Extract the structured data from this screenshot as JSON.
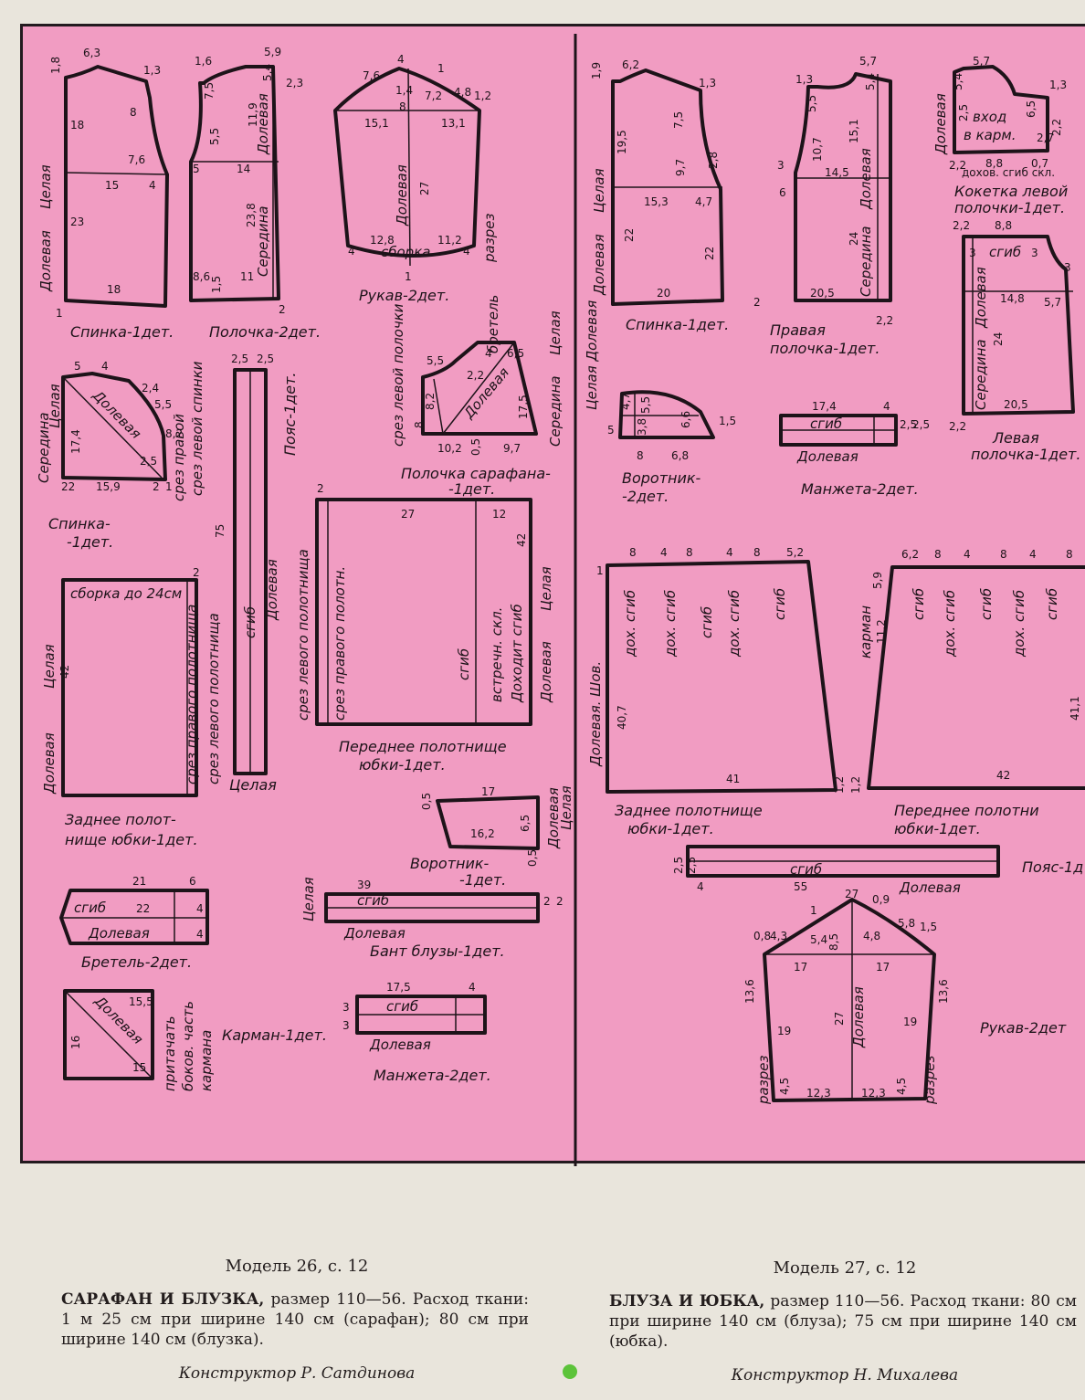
{
  "colors": {
    "sheet": "#f19cc2",
    "ink": "#1d1319",
    "paper": "#e9e5dc",
    "marker": "#5cc33a"
  },
  "left_model": {
    "header": "Модель 26, с. 12",
    "desc_title": "САРАФАН И БЛУЗКА,",
    "desc_body": " размер 110—56. Расход ткани: 1 м 25 см при ширине 140 см (сарафан); 80 см при ширине 140 см (блузка).",
    "designer": "Конструктор Р. Сатдинова",
    "pieces": {
      "back": "Спинка-1дет.",
      "front": "Полочка-2дет.",
      "sleeve": "Рукав-2дет.",
      "sundress_back": "Спинка-",
      "sundress_back2": "-1дет.",
      "belt": "Пояс-1дет.",
      "sundress_front": "Полочка сарафана-",
      "sundress_front2": "-1дет.",
      "back_panel": "Заднее полот-",
      "back_panel2": "нище юбки-1дет.",
      "front_panel": "Переднее полотнище",
      "front_panel2": "юбки-1дет.",
      "collar": "Воротник-",
      "collar2": "-1дет.",
      "strap": "Бретель-2дет.",
      "bow": "Бант блузы-1дет.",
      "pocket": "Карман-1дет.",
      "cuff": "Манжета-2дет."
    },
    "words": {
      "dolevaya": "Долевая",
      "tselaya": "Целая",
      "seredina": "Середина",
      "sborka": "сборка",
      "razrez": "разрез",
      "bretel": "бретель",
      "sgib": "сгиб",
      "sborka_24": "сборка до 24см",
      "srez_left_polotn": "срез левого полотнища",
      "srez_right_polotn": "срез правого полотн.",
      "srez_right_polotnisha": "срез правого полотнища",
      "vstrechn": "встречн. скл.",
      "dokhodit": "Доходит сгиб",
      "srez_left_polochki": "срез левой полочки",
      "srez_left_spinki": "срез левой спинки",
      "srez_right": "срез правой",
      "pritachat": "притачать",
      "bokov": "боков. часть",
      "karmana": "кармана"
    }
  },
  "right_model": {
    "header": "Модель 27, с. 12",
    "desc_title": "БЛУЗА И ЮБКА,",
    "desc_body": " размер 110—56. Расход ткани: 80 см при ширине 140 см (блуза); 75 см при ширине 140 см (юбка).",
    "designer": "Конструктор Н. Михалева",
    "pieces": {
      "back": "Спинка-1дет.",
      "right_front": "Правая",
      "right_front2": "полочка-1дет.",
      "yoke": "Кокетка левой",
      "yoke2": "полочки-1дет.",
      "left_front": "Левая",
      "left_front2": "полочка-1дет.",
      "collar": "Воротник-",
      "collar2": "-2дет.",
      "cuff": "Манжета-2дет.",
      "back_panel": "Заднее полотнище",
      "back_panel2": "юбки-1дет.",
      "front_panel": "Переднее полотни",
      "front_panel2": "юбки-1дет.",
      "belt": "Пояс-1д",
      "sleeve": "Рукав-2дет"
    },
    "words": {
      "dolevaya": "Долевая",
      "tselaya": "Целая",
      "seredina": "Середина",
      "sgib": "сгиб",
      "dokh_sgib": "дох. сгиб",
      "karman": "карман",
      "shov": "Долевая. Шов.",
      "razrez": "разрез",
      "vkhod": "вход",
      "vkarm": "в карм.",
      "dokhod_skl": "дохов. сгиб скл.",
      "tselaya_dolevaya": "Целая Долевая"
    }
  },
  "dims": {
    "l_back": [
      "6,3",
      "1,8",
      "1,3",
      "8",
      "18",
      "7,6",
      "15",
      "4",
      "23",
      "18",
      "1"
    ],
    "l_front": [
      "1,6",
      "5,9",
      "5,4",
      "2,3",
      "7,5",
      "5,5",
      "11,9",
      "5",
      "14",
      "23,8",
      "8,6",
      "1,5",
      "11",
      "2"
    ],
    "l_sleeve": [
      "7,6",
      "4",
      "1",
      "1,4",
      "4,8",
      "1,2",
      "7,2",
      "8",
      "15,1",
      "13,1",
      "27",
      "12,8",
      "11,2",
      "4",
      "4",
      "1"
    ],
    "l_sundress_back": [
      "5",
      "4",
      "17,4",
      "2,4",
      "5,5",
      "8,2",
      "2,5",
      "22",
      "15,9",
      "2",
      "1"
    ],
    "l_sundress_front": [
      "5,5",
      "4",
      "6,5",
      "2,2",
      "17,5",
      "8",
      "8,2",
      "10,2",
      "0,5",
      "9,7"
    ],
    "l_belt": [
      "2,5",
      "2,5",
      "75"
    ],
    "l_back_panel": [
      "42",
      "2"
    ],
    "l_front_panel": [
      "2",
      "27",
      "12",
      "42"
    ],
    "l_collar": [
      "17",
      "0,5",
      "16,2",
      "6,5",
      "0,5"
    ],
    "l_strap": [
      "21",
      "6",
      "22",
      "4",
      "4"
    ],
    "l_bow": [
      "39",
      "2",
      "2"
    ],
    "l_pocket": [
      "15,5",
      "16",
      "15"
    ],
    "l_cuff": [
      "17,5",
      "4",
      "3",
      "3"
    ],
    "r_back": [
      "1,9",
      "6,2",
      "1,3",
      "7,5",
      "19,5",
      "9,7",
      "2,8",
      "15,3",
      "4,7",
      "22",
      "22",
      "20"
    ],
    "r_front": [
      "1,3",
      "5,7",
      "5,4",
      "5,5",
      "10,7",
      "15,1",
      "3",
      "14,5",
      "6",
      "24",
      "20,5",
      "2",
      "2,2"
    ],
    "r_yoke": [
      "5,7",
      "5,4",
      "1,3",
      "2,5",
      "6,5",
      "2,2",
      "2,7",
      "2,2",
      "8,8",
      "0,7"
    ],
    "r_left_front": [
      "2,2",
      "8,8",
      "3",
      "3",
      "3",
      "14,8",
      "5,7",
      "24",
      "20,5",
      "2,2"
    ],
    "r_collar": [
      "4,7",
      "5,5",
      "6,6",
      "3,8",
      "1,5",
      "5",
      "8",
      "6,8"
    ],
    "r_cuff": [
      "17,4",
      "4",
      "2,5",
      "2,5"
    ],
    "r_back_panel": [
      "8",
      "4",
      "8",
      "4",
      "8",
      "5,2",
      "1",
      "40,7",
      "41",
      "1,2"
    ],
    "r_front_panel": [
      "6,2",
      "8",
      "4",
      "8",
      "4",
      "8",
      "5,9",
      "11,2",
      "41,1",
      "42",
      "1,2"
    ],
    "r_belt": [
      "2,5",
      "2,5",
      "4",
      "55"
    ],
    "r_sleeve": [
      "27",
      "0,9",
      "1",
      "5,4",
      "8,5",
      "4,8",
      "5,8",
      "1,5",
      "0,8",
      "4,3",
      "17",
      "17",
      "13,6",
      "13,6",
      "19",
      "27",
      "19",
      "4,5",
      "12,3",
      "12,3",
      "4,5"
    ]
  }
}
